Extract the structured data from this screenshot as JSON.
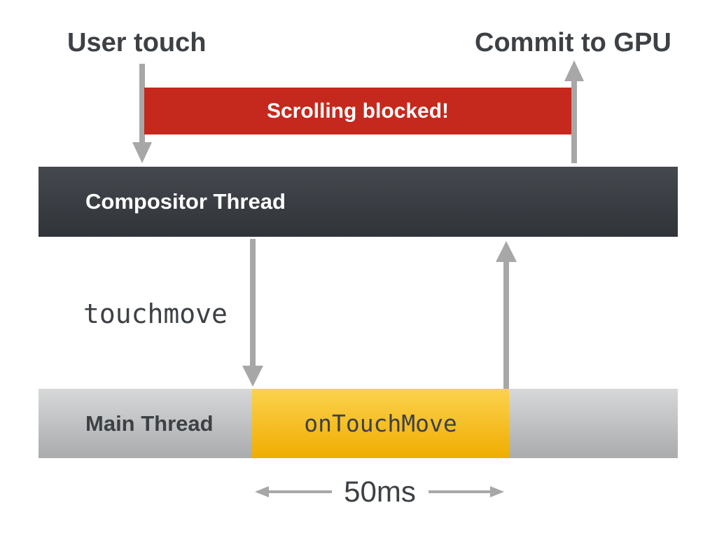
{
  "figure": {
    "top_left_label": "User touch",
    "top_right_label": "Commit to GPU",
    "banner_text": "Scrolling blocked!",
    "compositor_label": "Compositor Thread",
    "event_label": "touchmove",
    "main_thread_label": "Main Thread",
    "handler_label": "onTouchMove",
    "duration_label": "50ms"
  },
  "colors": {
    "banner_red": "#c5281c",
    "compositor_top": "#45484e",
    "compositor_bottom": "#303439",
    "main_gray_top": "#d7d8d9",
    "main_gray_bottom": "#a9abad",
    "yellow_top": "#fbd24e",
    "yellow_bottom": "#f0ad00",
    "arrow_gray": "#a7a7a7",
    "text_dark": "#3d4145",
    "text_light": "#ffffff"
  }
}
